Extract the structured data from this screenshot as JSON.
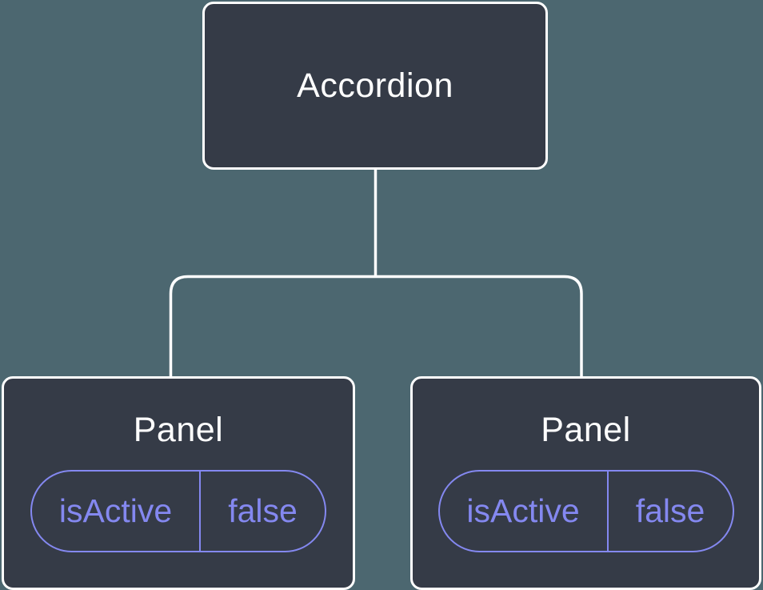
{
  "diagram": {
    "type": "component-tree",
    "colors": {
      "background": "#4C6770",
      "node_fill": "#353B47",
      "node_border": "#FFFFFF",
      "accent": "#8488F0",
      "connector": "#FFFFFF"
    },
    "root": {
      "label": "Accordion"
    },
    "children": [
      {
        "label": "Panel",
        "state": {
          "key": "isActive",
          "value": "false"
        }
      },
      {
        "label": "Panel",
        "state": {
          "key": "isActive",
          "value": "false"
        }
      }
    ]
  }
}
